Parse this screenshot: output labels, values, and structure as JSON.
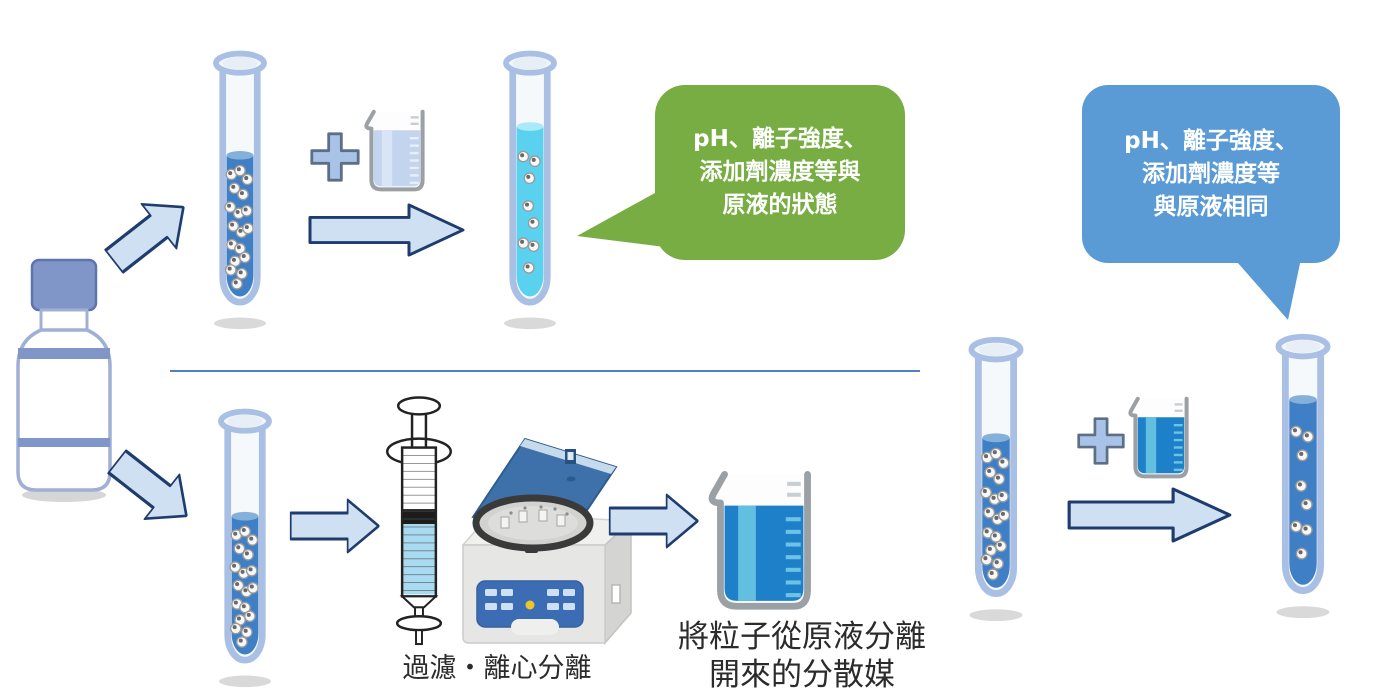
{
  "figure": "colloid-sample-dilution-and-separation-diagram",
  "bubble_green": {
    "lines": [
      "pH、離子強度、",
      "添加劑濃度等與",
      "原液的狀態"
    ],
    "color": "#77ad43"
  },
  "bubble_blue": {
    "lines": [
      "pH、離子強度、",
      "添加劑濃度等",
      "與原液相同"
    ],
    "color": "#5b9bd5"
  },
  "labels": {
    "filtration": "過濾・離心分離",
    "dispersion_line1": "將粒子從原液分離",
    "dispersion_line2": "開來的分散媒"
  },
  "colors": {
    "arrow_fill": "#cfe0f2",
    "arrow_border": "#1f3c6e",
    "plus_fill": "#a9c3e8",
    "plus_border": "#5d6f87",
    "tube_outline": "#a9c0e4",
    "liquid_blue": "#3f7fc6",
    "liquid_blue_surface": "#84b0da",
    "liquid_cyan": "#5ad2ef",
    "liquid_cyan_surface": "#aae9f8",
    "beaker_pale_liquid": "#c3d4ee",
    "beaker_pale_stripe": "#d9e4f6",
    "beaker_blue_liquid": "#1d80c8",
    "beaker_blue_stripe": "#63bfe0",
    "bottle_blue": "#8095c8",
    "divider": "#4f81bd"
  },
  "tubes": {
    "stock_top": {
      "liquid": "blue",
      "particles": 18,
      "level": 0.39
    },
    "diluted_top": {
      "liquid": "cyan",
      "particles": 8,
      "level": 0.29
    },
    "stock_bottom": {
      "liquid": "blue",
      "particles": 18,
      "level": 0.4
    },
    "stock_right": {
      "liquid": "blue",
      "particles": 18,
      "level": 0.37
    },
    "final_right": {
      "liquid": "blue",
      "particles": 8,
      "level": 0.25
    }
  }
}
